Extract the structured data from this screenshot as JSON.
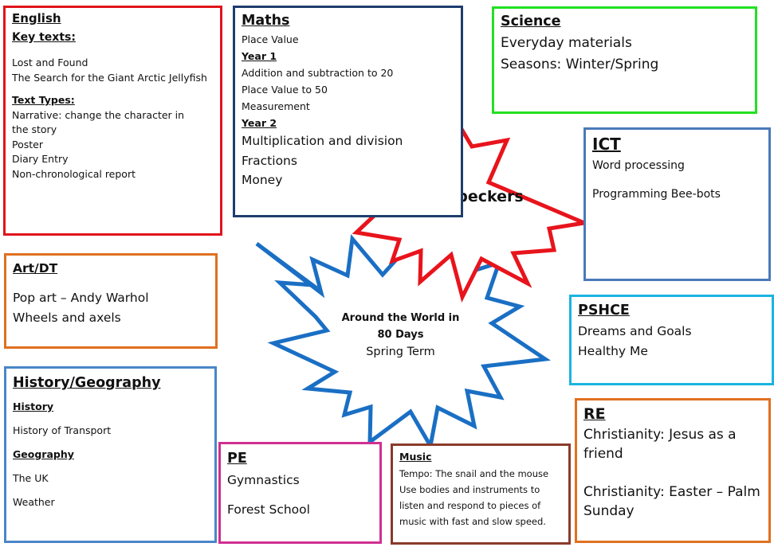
{
  "colors": {
    "english": "#e0141c",
    "maths": "#1f3d6e",
    "science": "#22e022",
    "ict": "#4a7ab8",
    "artdt": "#e07020",
    "pshce": "#1ab4e0",
    "history": "#4a86c8",
    "re": "#e07020",
    "pe": "#d03090",
    "music": "#8a3a2a",
    "red_star": "#e8141c",
    "blue_star": "#1a6fc4"
  },
  "english": {
    "title": "English",
    "key_texts_heading": "Key texts:",
    "key_texts": [
      "Lost and Found",
      "The Search for the Giant Arctic Jellyfish"
    ],
    "text_types_heading": "Text Types:",
    "text_types": [
      "Narrative: change the character in the story",
      "Poster",
      "Diary Entry",
      "Non-chronological report"
    ]
  },
  "maths": {
    "title": "Maths",
    "line1": "Place Value",
    "year1_heading": "Year 1",
    "year1_items": [
      "Addition and subtraction to 20",
      "Place Value to 50",
      "Measurement"
    ],
    "year2_heading": "Year 2",
    "year2_items": [
      "Multiplication and division",
      "Fractions",
      "Money"
    ]
  },
  "science": {
    "title": "Science",
    "items": [
      "Everyday materials",
      "Seasons: Winter/Spring"
    ]
  },
  "ict": {
    "title": "ICT",
    "items": [
      "Word processing",
      "Programming Bee-bots"
    ]
  },
  "artdt": {
    "title": "Art/DT",
    "items": [
      "Pop art – Andy Warhol",
      "Wheels and axels"
    ]
  },
  "pshce": {
    "title": "PSHCE",
    "items": [
      "Dreams and Goals",
      "Healthy Me"
    ]
  },
  "history_geography": {
    "title": "History/Geography",
    "history_heading": "History",
    "history_item": "History of Transport",
    "geography_heading": "Geography",
    "geography_items": [
      "The UK",
      "Weather"
    ]
  },
  "re": {
    "title": "RE",
    "items": [
      "Christianity: Jesus as a friend",
      "Christianity: Easter – Palm Sunday"
    ]
  },
  "pe": {
    "title": "PE",
    "items": [
      "Gymnastics",
      "Forest School"
    ]
  },
  "music": {
    "title": "Music",
    "lines": [
      "Tempo: The snail and the mouse",
      "Use bodies and instruments to listen and respond to pieces of music with fast and slow speed."
    ]
  },
  "class_star": {
    "label": "Woodpeckers"
  },
  "topic_star": {
    "title": "Around the World in 80 Days",
    "term": "Spring Term"
  }
}
